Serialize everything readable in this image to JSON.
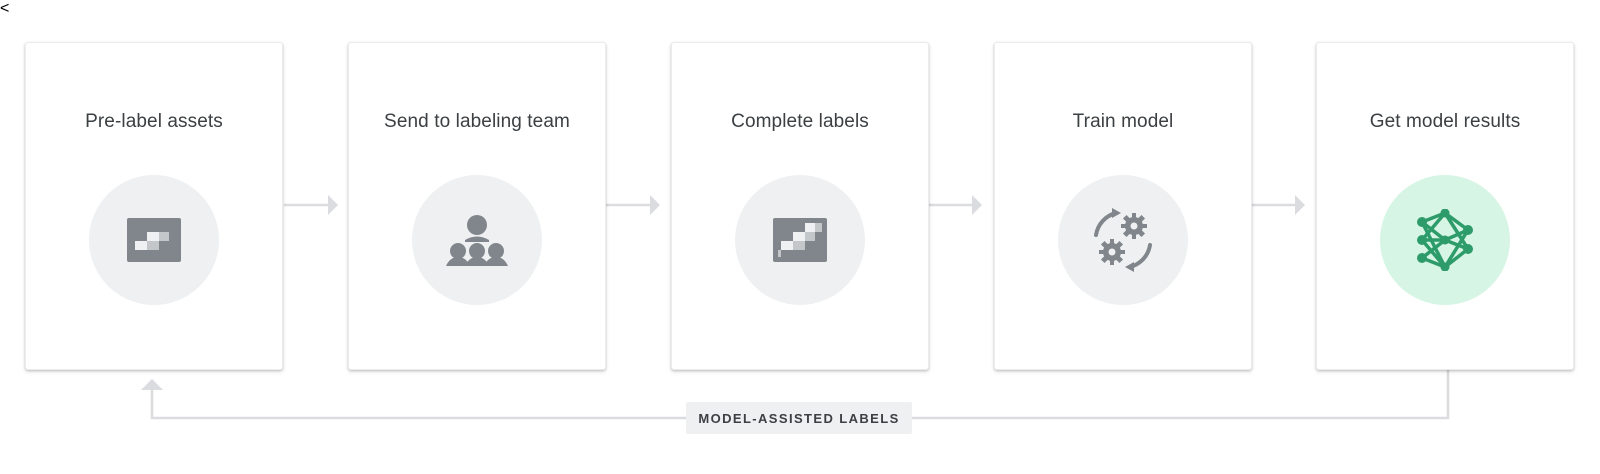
{
  "steps": [
    {
      "title": "Pre-label assets",
      "icon": "pre-label-asset-icon"
    },
    {
      "title": "Send to labeling team",
      "icon": "labeling-team-icon"
    },
    {
      "title": "Complete labels",
      "icon": "complete-labels-icon"
    },
    {
      "title": "Train model",
      "icon": "train-model-gears-icon"
    },
    {
      "title": "Get model results",
      "icon": "neural-network-icon"
    }
  ],
  "loop_label": "MODEL-ASSISTED LABELS",
  "colors": {
    "icon_gray": "#80868b",
    "circle_gray": "#eef0f1",
    "result_green": "#2e9c6a",
    "result_circle": "#d7f5e5",
    "connector": "#dadce0"
  }
}
